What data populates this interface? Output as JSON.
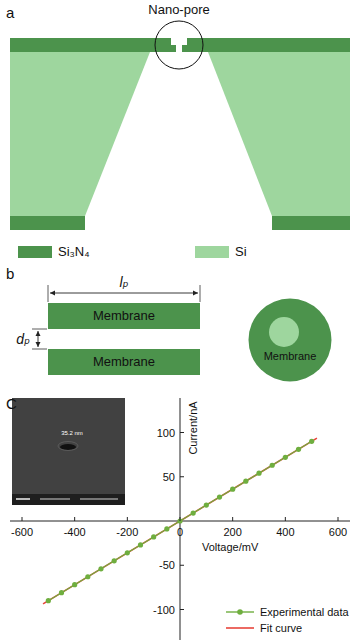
{
  "diagram": {
    "nodes": [
      {
        "text": [
          "Nano-pore"
        ]
      },
      {
        "text": [
          "Membrane"
        ]
      },
      {
        "text": [
          "Membrane"
        ]
      },
      {
        "text": [
          "Membrane"
        ]
      }
    ],
    "labels": [
      "a",
      "b",
      "lₚ",
      "dₚ",
      "C",
      "35.2 nm",
      "-600",
      "-400",
      "-200",
      "0",
      "200",
      "400",
      "600",
      "100",
      "50",
      "-50",
      "-100",
      "Current/nA",
      "Voltage/mV"
    ],
    "legend": [
      {
        "text": "Si₃N₄",
        "color": "#4c934c"
      },
      {
        "text": "Si",
        "color": "#9ed69e"
      },
      {
        "text": "Experimental data"
      },
      {
        "text": "Fit curve"
      }
    ]
  }
}
